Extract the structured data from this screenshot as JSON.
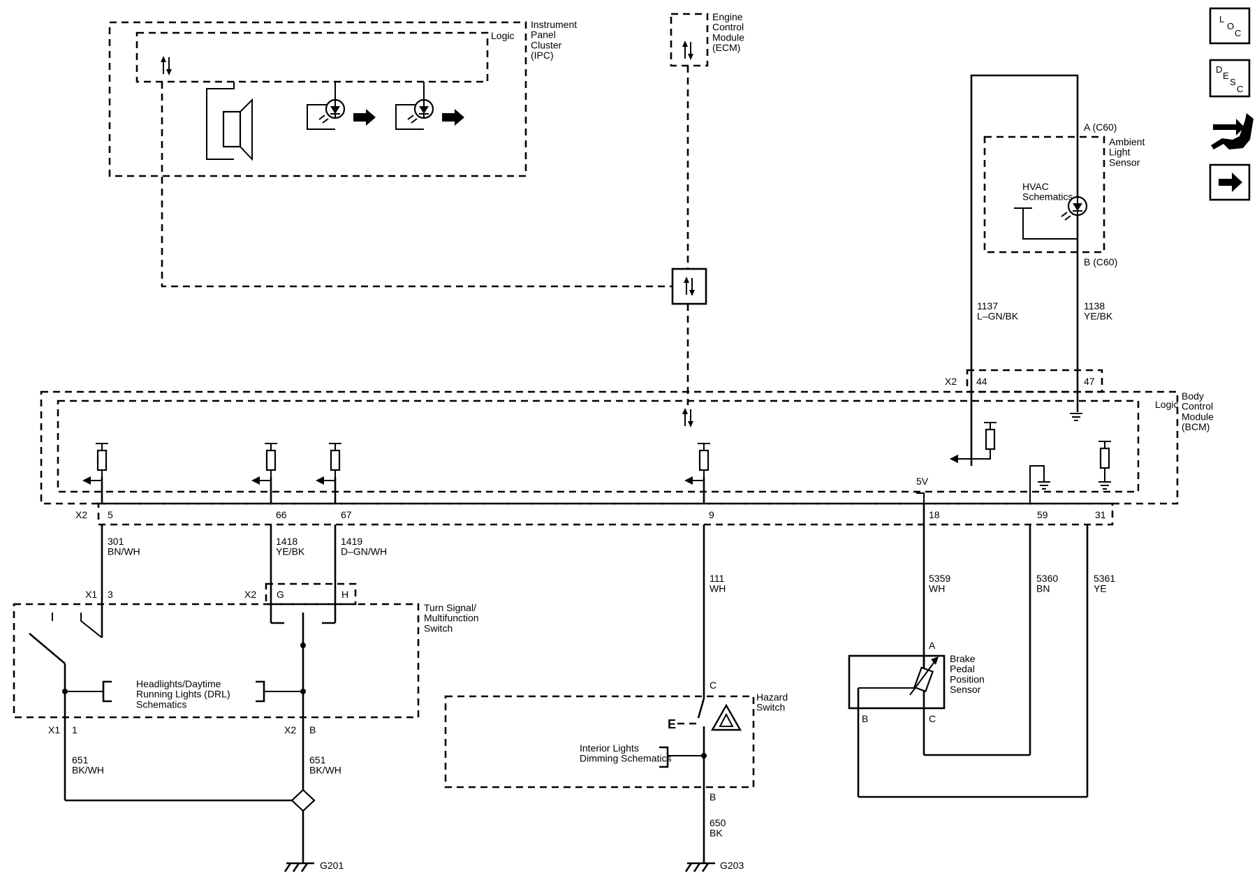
{
  "modules": {
    "ipc": {
      "name": "Instrument\nPanel\nCluster\n(IPC)",
      "logic": "Logic"
    },
    "ecm": {
      "name": "Engine\nControl\nModule\n(ECM)"
    },
    "bcm": {
      "name": "Body\nControl\nModule\n(BCM)",
      "logic": "Logic"
    },
    "ambient": {
      "name": "Ambient\nLight\nSensor",
      "pin_a": "A (C60)",
      "pin_b": "B (C60)",
      "ref": "HVAC\nSchematics"
    },
    "turn_signal": {
      "name": "Turn Signal/\nMultifunction\nSwitch",
      "ref": "Headlights/Daytime\nRunning Lights (DRL)\nSchematics"
    },
    "hazard": {
      "name": "Hazard\nSwitch",
      "ref": "Interior Lights\nDimming Schematics"
    },
    "brake": {
      "name": "Brake\nPedal\nPosition\nSensor",
      "pin_a": "A",
      "pin_b": "B",
      "pin_c": "C"
    }
  },
  "bcm_pins": {
    "connector_x2": "X2",
    "pin_5": "5",
    "pin_66": "66",
    "pin_67": "67",
    "pin_9": "9",
    "pin_18": "18",
    "pin_59": "59",
    "pin_31": "31",
    "label_5v": "5V",
    "top_x2": "X2",
    "pin_44": "44",
    "pin_47": "47"
  },
  "wires": {
    "w301": "301\nBN/WH",
    "w1418": "1418\nYE/BK",
    "w1419": "1419\nD–GN/WH",
    "w111": "111\nWH",
    "w5359": "5359\nWH",
    "w5360": "5360\nBN",
    "w5361": "5361\nYE",
    "w1137": "1137\nL–GN/BK",
    "w1138": "1138\nYE/BK",
    "w651a": "651\nBK/WH",
    "w651b": "651\nBK/WH",
    "w650": "650\nBK"
  },
  "switch_pins": {
    "x1": "X1",
    "p3": "3",
    "x2": "X2",
    "pg": "G",
    "ph": "H",
    "x1b": "X1",
    "p1": "1",
    "x2b": "X2",
    "pb": "B",
    "hz_c": "C",
    "hz_b": "B",
    "hz_e": "E"
  },
  "grounds": {
    "g201": "G201",
    "g203": "G203"
  },
  "nav_icons": [
    {
      "name": "loc-icon",
      "text": "LOC"
    },
    {
      "name": "desc-icon",
      "text": "DESC"
    },
    {
      "name": "connector-repair-icon",
      "text": ""
    },
    {
      "name": "next-arrow-icon",
      "text": ""
    }
  ]
}
